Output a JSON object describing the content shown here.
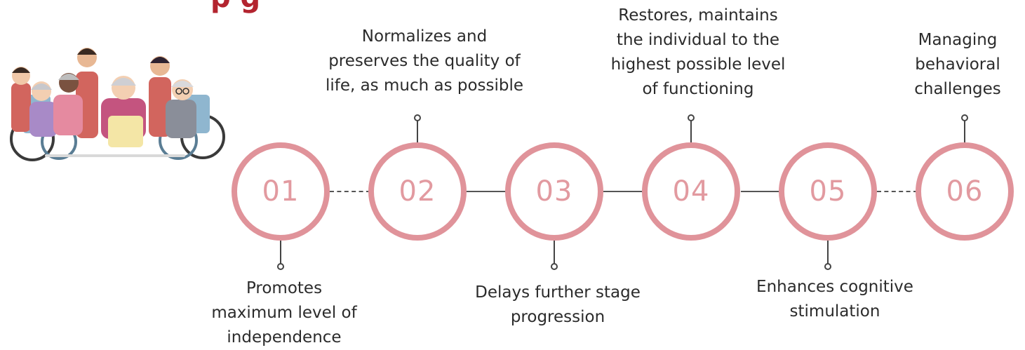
{
  "title_fragment": "p g",
  "steps": [
    {
      "number": "01",
      "text": "Promotes\nmaximum level of\nindependence"
    },
    {
      "number": "02",
      "text": "Normalizes and\npreserves the quality of\nlife, as much as possible"
    },
    {
      "number": "03",
      "text": "Delays further stage\nprogression"
    },
    {
      "number": "04",
      "text": "Restores, maintains\nthe individual to the\nhighest possible level\nof functioning"
    },
    {
      "number": "05",
      "text": "Enhances cognitive\nstimulation"
    },
    {
      "number": "06",
      "text": "Managing\nbehavioral\nchallenges"
    }
  ],
  "colors": {
    "circle": "#e0939a",
    "number": "#e29aa0",
    "title": "#b3242f"
  }
}
